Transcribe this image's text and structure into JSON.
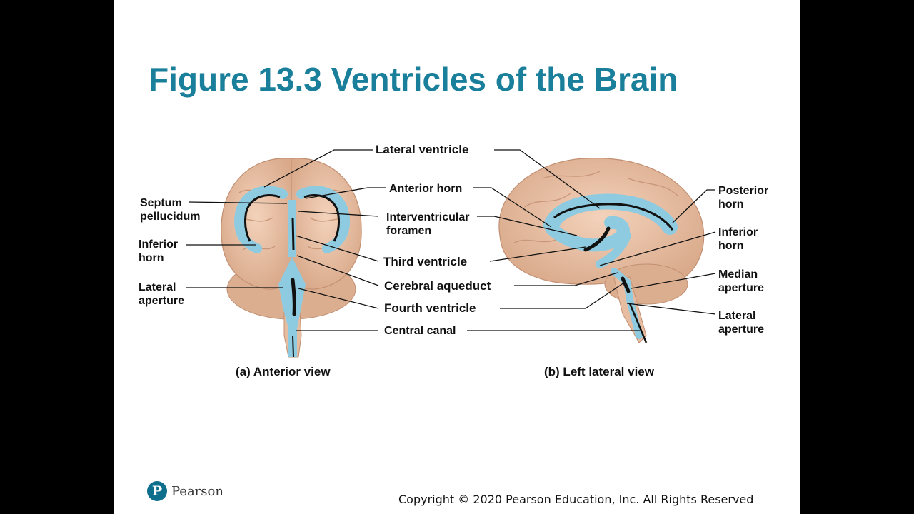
{
  "slide": {
    "title": "Figure 13.3 Ventricles of the Brain",
    "brand": "Pearson",
    "copyright": "Copyright © 2020 Pearson Education, Inc. All Rights Reserved"
  },
  "diagram": {
    "labels": {
      "lateral_ventricle": "Lateral ventricle",
      "anterior_horn": "Anterior horn",
      "septum_1": "Septum",
      "septum_2": "pellucidum",
      "interventricular_1": "Interventricular",
      "interventricular_2": "foramen",
      "inferior_horn_left_1": "Inferior",
      "inferior_horn_left_2": "horn",
      "third_ventricle": "Third ventricle",
      "lateral_aperture_left_1": "Lateral",
      "lateral_aperture_left_2": "aperture",
      "cerebral_aqueduct": "Cerebral aqueduct",
      "fourth_ventricle": "Fourth ventricle",
      "central_canal": "Central canal",
      "posterior_horn_1": "Posterior",
      "posterior_horn_2": "horn",
      "inferior_horn_right_1": "Inferior",
      "inferior_horn_right_2": "horn",
      "median_aperture_1": "Median",
      "median_aperture_2": "aperture",
      "lateral_aperture_right_1": "Lateral",
      "lateral_aperture_right_2": "aperture"
    },
    "captions": {
      "anterior": "(a) Anterior view",
      "lateral": "(b) Left lateral view"
    },
    "colors": {
      "title": "#1a7f9a",
      "brain": "#eec4a8",
      "ventricle": "#8fcbe0"
    }
  }
}
